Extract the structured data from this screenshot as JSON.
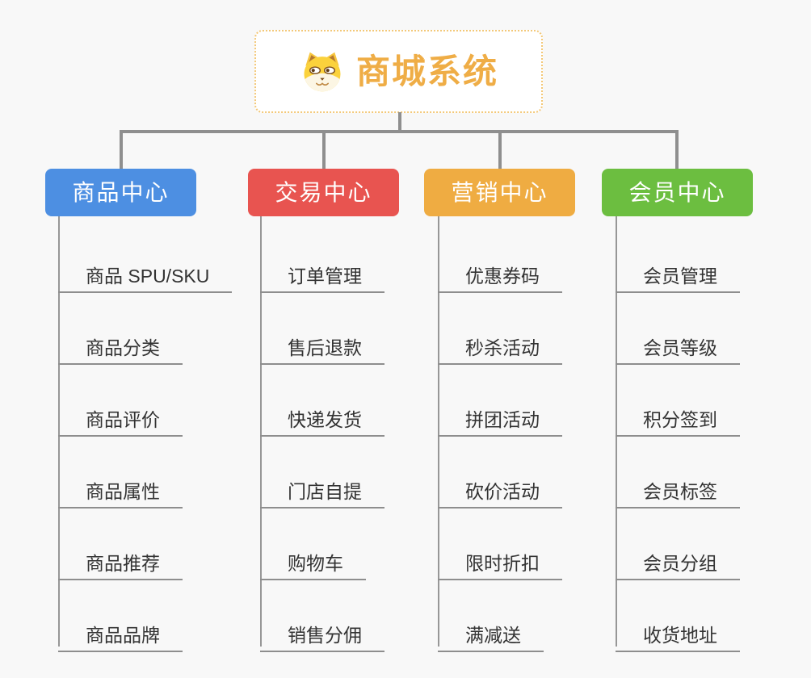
{
  "root": {
    "title": "商城系统",
    "icon": "dog-face-icon"
  },
  "branches": [
    {
      "label": "商品中心",
      "color": "#4d8fe2",
      "children": [
        "商品 SPU/SKU",
        "商品分类",
        "商品评价",
        "商品属性",
        "商品推荐",
        "商品品牌"
      ]
    },
    {
      "label": "交易中心",
      "color": "#e85450",
      "children": [
        "订单管理",
        "售后退款",
        "快递发货",
        "门店自提",
        "购物车",
        "销售分佣"
      ]
    },
    {
      "label": "营销中心",
      "color": "#efac42",
      "children": [
        "优惠券码",
        "秒杀活动",
        "拼团活动",
        "砍价活动",
        "限时折扣",
        "满减送"
      ]
    },
    {
      "label": "会员中心",
      "color": "#6cbe40",
      "children": [
        "会员管理",
        "会员等级",
        "积分签到",
        "会员标签",
        "会员分组",
        "收货地址"
      ]
    }
  ],
  "colors": {
    "root_accent": "#efad46",
    "root_border": "#f3c878",
    "connector_gray": "#8f8f8f",
    "child_text": "#333333"
  }
}
